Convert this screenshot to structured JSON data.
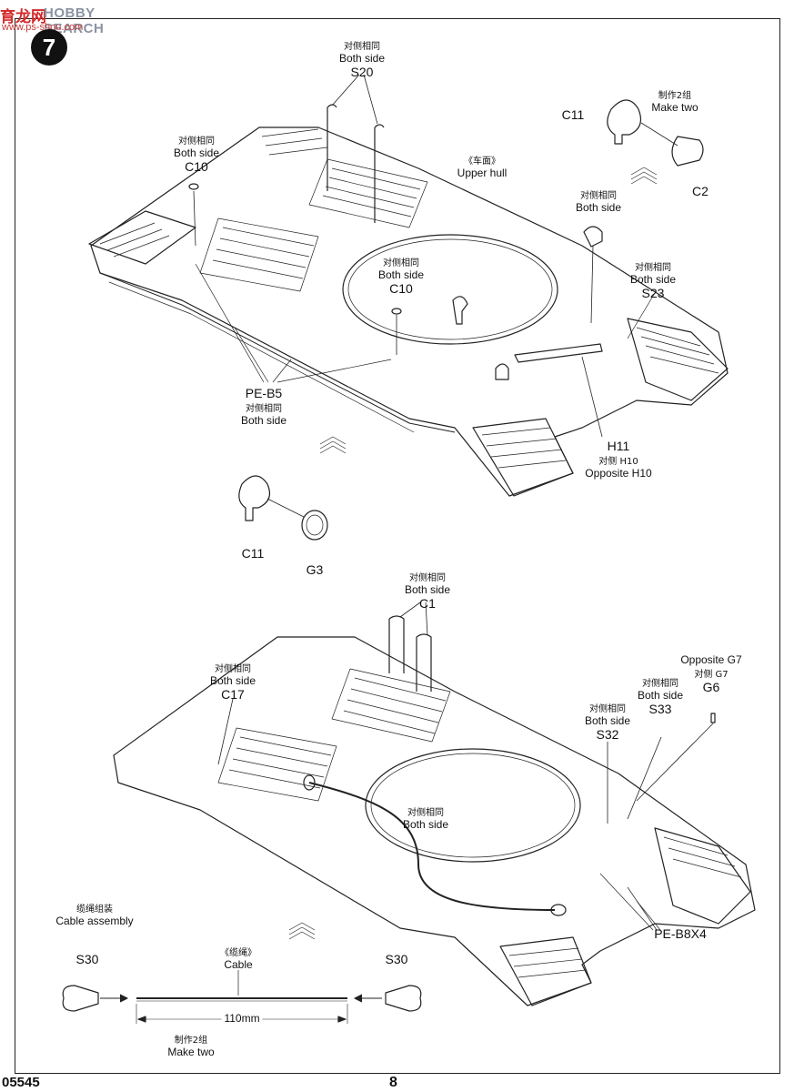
{
  "watermark": {
    "line1": "育龙网",
    "line2": "HOBBY SEARCH",
    "line3": "www.ps-shou.com"
  },
  "step_number": "7",
  "top": {
    "s20": {
      "zh": "对侧相同",
      "en": "Both side",
      "code": "S20"
    },
    "c10a": {
      "zh": "对侧相同",
      "en": "Both side",
      "code": "C10"
    },
    "upper_hull": {
      "zh": "《车面》",
      "en": "Upper hull"
    },
    "c11": {
      "code": "C11"
    },
    "make_two": {
      "zh": "制作2组",
      "en": "Make two"
    },
    "c2": {
      "code": "C2"
    },
    "both_side_h": {
      "zh": "对侧相同",
      "en": "Both side"
    },
    "s23": {
      "zh": "对侧相同",
      "en": "Both side",
      "code": "S23"
    },
    "c10b": {
      "zh": "对侧相同",
      "en": "Both side",
      "code": "C10"
    },
    "pe_b5": {
      "code": "PE-B5",
      "zh": "对侧相同",
      "en": "Both side"
    },
    "h11": {
      "code": "H11",
      "zh": "对侧 H10",
      "en": "Opposite H10"
    },
    "c11b": {
      "code": "C11"
    },
    "g3": {
      "code": "G3"
    }
  },
  "bottom": {
    "c1": {
      "zh": "对侧相同",
      "en": "Both side",
      "code": "C1"
    },
    "c17": {
      "zh": "对侧相同",
      "en": "Both side",
      "code": "C17"
    },
    "g6": {
      "en2": "Opposite G7",
      "zh": "对侧  G7",
      "code": "G6"
    },
    "s33": {
      "zh": "对侧相同",
      "en": "Both side",
      "code": "S33"
    },
    "s32": {
      "zh": "对侧相同",
      "en": "Both side",
      "code": "S32"
    },
    "both_side_mid": {
      "zh": "对侧相同",
      "en": "Both side"
    },
    "pe_b8": {
      "code": "PE-B8X4"
    },
    "cable_assembly": {
      "zh": "缆绳组装",
      "en": "Cable assembly"
    },
    "cable": {
      "zh": "《缆绳》",
      "en": "Cable"
    },
    "s30_left": {
      "code": "S30"
    },
    "s30_right": {
      "code": "S30"
    },
    "length": "110mm",
    "make_two": {
      "zh": "制作2组",
      "en": "Make two"
    }
  },
  "footer": {
    "code": "05545",
    "page": "8"
  }
}
